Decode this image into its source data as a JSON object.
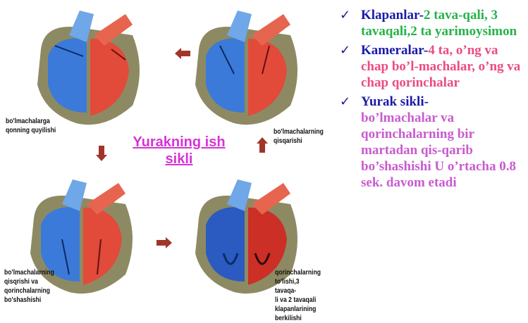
{
  "diagram": {
    "title_line1": "Yurakning ish",
    "title_line2": "sikli",
    "captions": {
      "top_left": "bo'lmachalarga\nqonning quyilishi",
      "top_right": "bo'lmachalarning\nqisqarishi",
      "bottom_left": "bo'lmachalarning\nqisqrishi va\nqorinchalarning\nbo'shashishi",
      "bottom_right": "qorinchalarning\nto'lishi,3 tavaqa-\nli va 2 tavaqali\nklapanlarining\nberkilishi"
    }
  },
  "bullets": [
    {
      "key": "Klapanlar-",
      "text": "2 tava-qali, 3 tavaqali,2 ta yarimoysimon",
      "text_color": "#25b34a"
    },
    {
      "key": "Kameralar-",
      "text": "4 ta, o’ng va chap bo’l-machalar, o’ng va chap qorinchalar",
      "text_color": "#ec4c7f"
    },
    {
      "key": "Yurak sikli-",
      "text": "bo’lmachalar va qorinchalarning bir martadan qis-qarib bo’shashishi U o’rtacha 0.8 sek. davom etadi",
      "text_color": "#c85bd0"
    }
  ],
  "colors": {
    "title": "#d633d6",
    "key": "#1a1aa8",
    "arrow": "#a0352a"
  }
}
